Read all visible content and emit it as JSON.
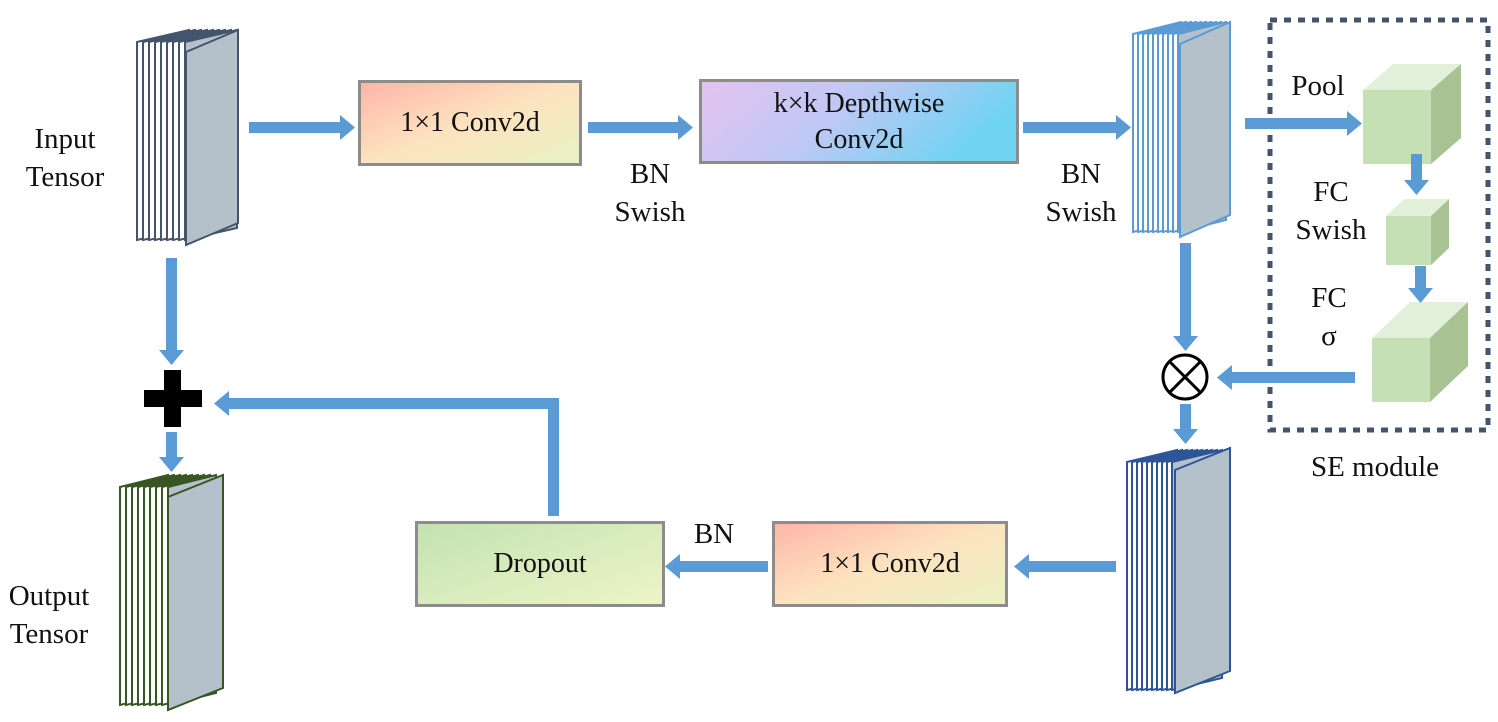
{
  "labels": {
    "input_tensor": [
      "Input",
      "Tensor"
    ],
    "output_tensor": [
      "Output",
      "Tensor"
    ],
    "bn_swish_1": [
      "BN",
      "Swish"
    ],
    "bn_swish_2": [
      "BN",
      "Swish"
    ],
    "pool": "Pool",
    "fc_swish": [
      "FC",
      "Swish"
    ],
    "fc_sigma": [
      "FC",
      "σ"
    ],
    "se_module": "SE module",
    "bn_3": "BN"
  },
  "boxes": {
    "conv1x1_expand": "1×1 Conv2d",
    "depthwise": [
      "k×k Depthwise",
      "Conv2d"
    ],
    "conv1x1_project": "1×1 Conv2d",
    "dropout": "Dropout"
  },
  "colors": {
    "arrow": "#5b9bd5",
    "input_tensor_edge": "#44546a",
    "output_tensor_edge": "#375623",
    "se_tensor_edge": "#5b9bd5",
    "pre_project_tensor_edge": "#2f5597",
    "se_box_fill": "#c5e0b4",
    "se_module_border": "#44546a"
  }
}
